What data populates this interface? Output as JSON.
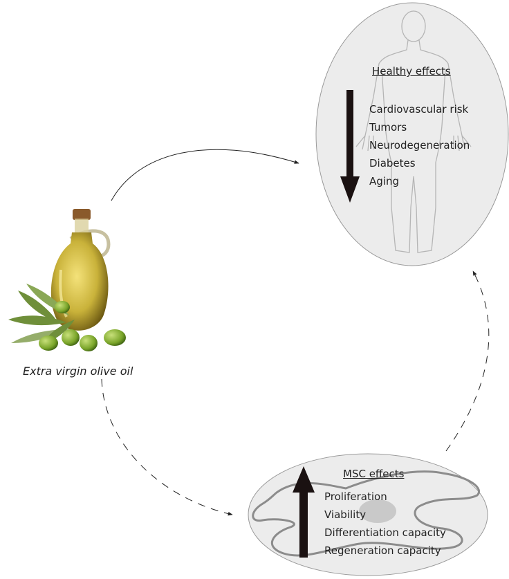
{
  "healthy": {
    "heading": "Healthy effects",
    "items": [
      "Cardiovascular risk",
      "Tumors",
      "Neurodegeneration",
      "Diabetes",
      "Aging"
    ]
  },
  "msc": {
    "heading": "MSC effects",
    "items": [
      "Proliferation",
      "Viability",
      "Differentiation capacity",
      "Regeneration capacity"
    ]
  },
  "oil": {
    "caption": "Extra virgin olive oil"
  },
  "colors": {
    "arrow": "#1a1111",
    "ellipse_fill": "#ececec",
    "ellipse_stroke": "#9a9a9a",
    "oil": "#c9b23a",
    "olive": "#7aa52a",
    "leaf": "#6f8f3a"
  }
}
